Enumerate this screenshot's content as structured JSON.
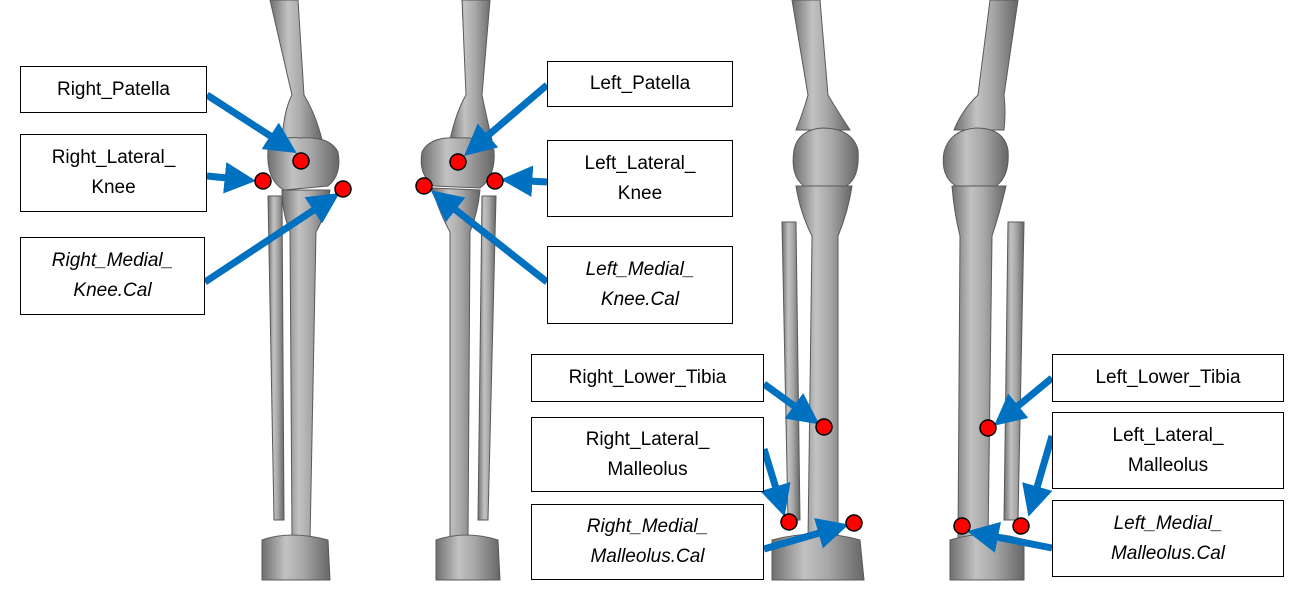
{
  "labels": {
    "right_patella": "Right_Patella",
    "right_lateral_knee": "Right_Lateral_\nKnee",
    "right_medial_knee": "Right_Medial_\nKnee.Cal",
    "left_patella": "Left_Patella",
    "left_lateral_knee": "Left_Lateral_\nKnee",
    "left_medial_knee": "Left_Medial_\nKnee.Cal",
    "right_lower_tibia": "Right_Lower_Tibia",
    "right_lateral_malleolus": "Right_Lateral_\nMalleolus",
    "right_medial_malleolus": "Right_Medial_\nMalleolus.Cal",
    "left_lower_tibia": "Left_Lower_Tibia",
    "left_lateral_malleolus": "Left_Lateral_\nMalleolus",
    "left_medial_malleolus": "Left_Medial_\nMalleolus.Cal"
  },
  "colors": {
    "marker": "#ff0000",
    "arrow": "#0070c0",
    "bone": "#a3a3a3"
  },
  "icons": [
    "marker-dot",
    "arrow-pointer",
    "leg-skeleton"
  ]
}
